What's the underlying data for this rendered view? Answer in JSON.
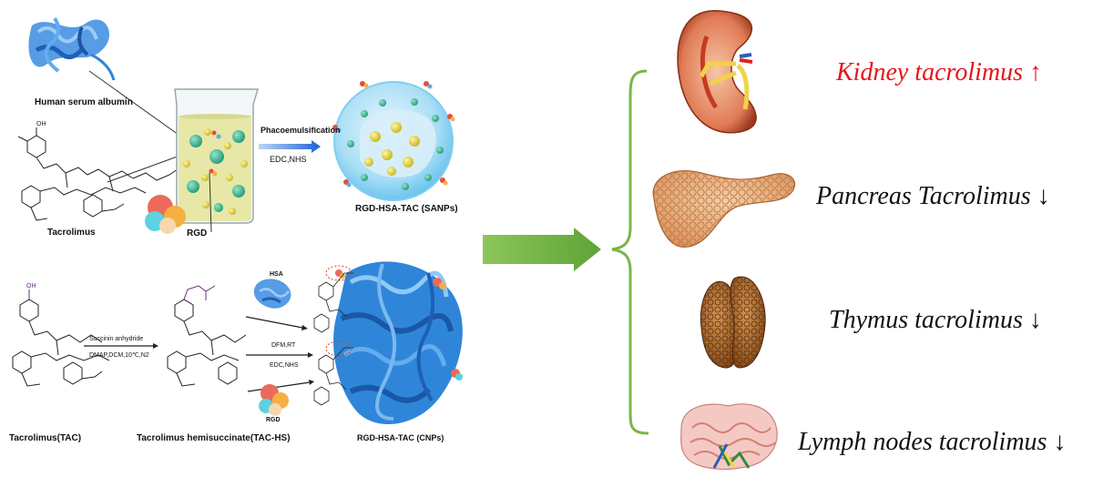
{
  "top": {
    "hsa_label": "Human serum albumin",
    "tacrolimus_label": "Tacrolimus",
    "rgd_label": "RGD",
    "process_label": "Phacoemulsification",
    "reagent_label": "EDC,NHS",
    "product_label": "RGD-HSA-TAC (SANPs)"
  },
  "bottom": {
    "tac_label": "Tacrolimus(TAC)",
    "reagent1_label": "Succinin anhydride",
    "condition1_label": "DMAP,DCM,10℃,N2",
    "tachs_label": "Tacrolimus hemisuccinate(TAC-HS)",
    "hsa_label": "HSA",
    "condition2_label": "DFM,RT",
    "condition3_label": "EDC,NHS",
    "rgd_label": "RGD",
    "product_label": "RGD-HSA-TAC (CNPs)"
  },
  "organs": [
    {
      "label": "Kidney tacrolimus ↑",
      "icon": "kidney-icon",
      "color": "#e8141b"
    },
    {
      "label": "Pancreas Tacrolimus ↓",
      "icon": "pancreas-icon",
      "color": "#111111"
    },
    {
      "label": "Thymus tacrolimus ↓",
      "icon": "thymus-icon",
      "color": "#111111"
    },
    {
      "label": "Lymph nodes tacrolimus ↓",
      "icon": "lymph-node-icon",
      "color": "#111111"
    }
  ],
  "colors": {
    "arrow": "#7ab648",
    "bracket": "#7ab648",
    "protein": "#2f86d8",
    "liquid": "#e7e7a8"
  }
}
